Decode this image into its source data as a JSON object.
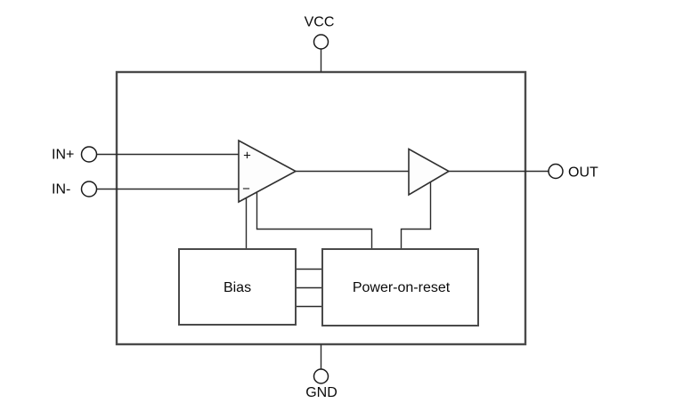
{
  "diagram": {
    "type": "ic-functional-block-diagram",
    "background_color": "#ffffff",
    "colors": {
      "outline": "#4a4a4a",
      "wire": "#2b2b2b",
      "text": "#0a0a0a"
    },
    "pins": {
      "vcc": {
        "label": "VCC"
      },
      "gnd": {
        "label": "GND"
      },
      "in_plus": {
        "label": "IN+"
      },
      "in_minus": {
        "label": "IN-"
      },
      "out": {
        "label": "OUT"
      }
    },
    "amplifier": {
      "noninverting_input": "+",
      "inverting_input": "−"
    },
    "blocks": {
      "bias": {
        "label": "Bias"
      },
      "power_on_reset": {
        "label": "Power-on-reset"
      }
    }
  }
}
